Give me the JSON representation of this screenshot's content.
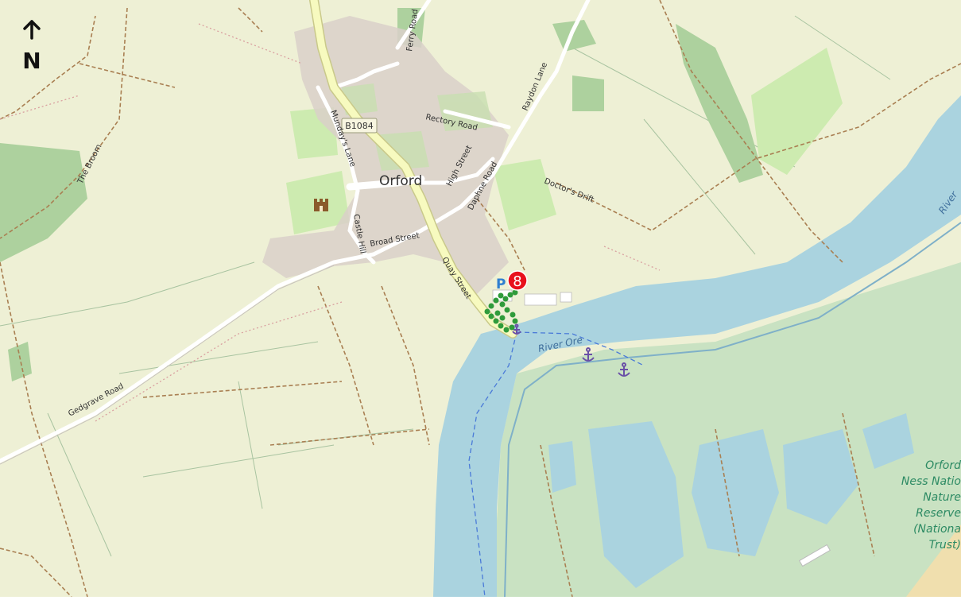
{
  "compass": {
    "letter": "N",
    "arrow_icon": "north-arrow-icon"
  },
  "place": {
    "town": "Orford"
  },
  "roads": {
    "b1084": "B1084",
    "mundays_lane": "Munday's Lane",
    "ferry_road": "Ferry Road",
    "rectory_road": "Rectory Road",
    "raydon_lane": "Raydon Lane",
    "high_street": "High Street",
    "daphne_road": "Daphne Road",
    "doctors_drift": "Doctor's Drift",
    "castle_hill": "Castle Hill",
    "broad_street": "Broad Street",
    "quay_street": "Quay Street",
    "the_broom": "The Broom",
    "gedgrave_road": "Gedgrave Road"
  },
  "water": {
    "river_ore": "River Ore",
    "river_right": "River"
  },
  "reserve": {
    "lines": [
      "Orford",
      "Ness Natio",
      "Nature",
      "Reserve",
      "(Nationa",
      "Trust)"
    ]
  },
  "markers": {
    "route_number": "8",
    "parking_label": "P",
    "anchor_icon": "anchor-icon",
    "castle_icon": "castle-icon"
  },
  "colors": {
    "land": "#f2efe9",
    "farmland": "#eef0d5",
    "water": "#aad3df",
    "green": "#c8dfb0",
    "wood": "#add19e",
    "marsh": "#d5e8c8",
    "built": "#d9d0c9",
    "road_major": "#f7fabf",
    "road_major_edge": "#c9c98a",
    "route": "#2f9b3b",
    "marker": "#e8101c",
    "parking": "#2f7fd0",
    "path": "#a97f52"
  }
}
